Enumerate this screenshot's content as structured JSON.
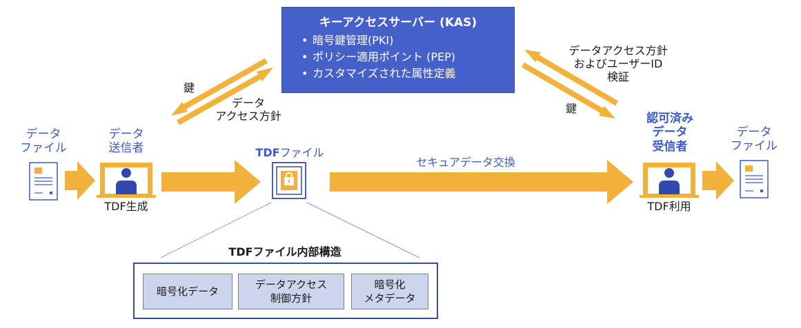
{
  "kas": {
    "title": "キーアクセスサーバー (KAS)",
    "items": [
      "暗号鍵管理(PKI)",
      "ポリシー適用ポイント (PEP)",
      "カスタマイズされた属性定義"
    ]
  },
  "left_flow": {
    "key_label": "鍵",
    "policy_label_line1": "データ",
    "policy_label_line2": "アクセス方針"
  },
  "right_flow": {
    "policy_line1": "データアクセス方針",
    "policy_line2": "およびユーザーID",
    "policy_line3": "検証",
    "key_label": "鍵"
  },
  "source_file": {
    "line1": "データ",
    "line2": "ファイル"
  },
  "sender": {
    "line1": "データ",
    "line2": "送信者",
    "caption": "TDF生成"
  },
  "tdf_file": {
    "label_bold": "TDF",
    "label_rest": "ファイル"
  },
  "exchange_label": "セキュアデータ交換",
  "receiver": {
    "line1": "認可済み",
    "line2": "データ",
    "line3": "受信者",
    "caption": "TDF利用"
  },
  "dest_file": {
    "line1": "データ",
    "line2": "ファイル"
  },
  "structure": {
    "title_bold": "TDF",
    "title_rest": "ファイル内部構造",
    "cells": [
      {
        "line1": "暗号化データ",
        "line2": ""
      },
      {
        "line1": "データアクセス",
        "line2": "制御方針"
      },
      {
        "line1": "暗号化",
        "line2": "メタデータ"
      }
    ]
  },
  "colors": {
    "arrow": "#f2b13a",
    "kas_bg": "#4660c9",
    "label_blue": "#3a5ac8",
    "cell_bg": "#cdd5ec"
  }
}
